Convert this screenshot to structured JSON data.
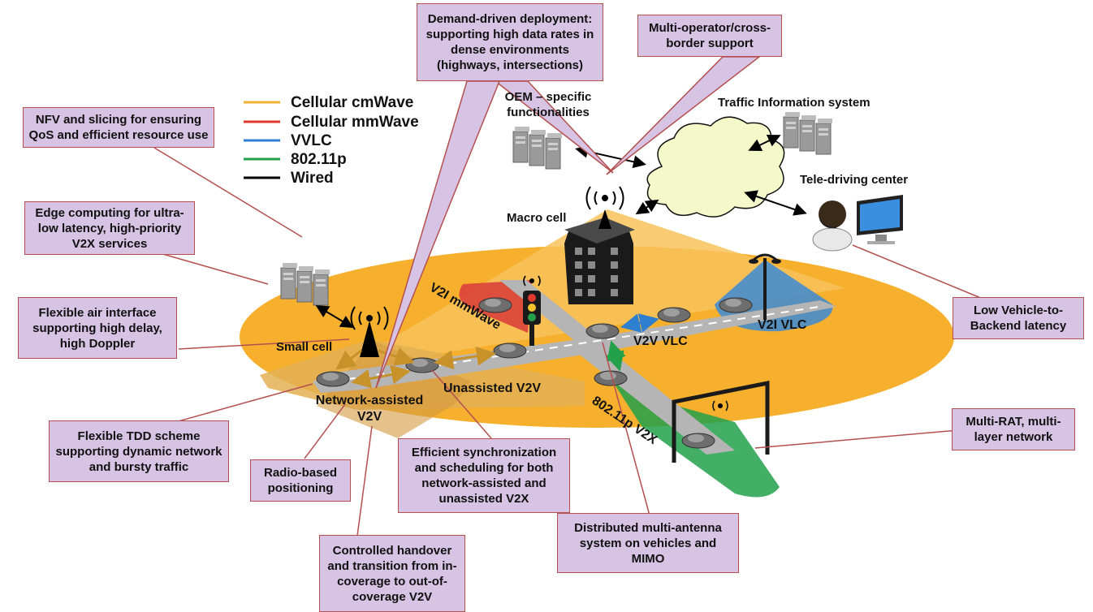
{
  "legend": [
    {
      "label": "Cellular cmWave",
      "color": "#f2b134"
    },
    {
      "label": "Cellular mmWave",
      "color": "#e03a2e"
    },
    {
      "label": "VVLC",
      "color": "#2f7fd0"
    },
    {
      "label": "802.11p",
      "color": "#22a04a"
    },
    {
      "label": "Wired",
      "color": "#000000"
    }
  ],
  "nodes": {
    "oem": "OEM – specific functionalities",
    "traffic_info": "Traffic Information system",
    "tele_driving": "Tele-driving center",
    "macro_cell": "Macro cell",
    "small_cell": "Small cell"
  },
  "links": {
    "v2i_mmwave": "V2I mmWave",
    "v2v_vlc": "V2V VLC",
    "v2i_vlc": "V2I VLC",
    "unassisted_v2v": "Unassisted V2V",
    "network_assisted_v2v": "Network-assisted V2V",
    "p80211_v2x": "802.11p V2X"
  },
  "callouts": {
    "demand_driven": "Demand-driven deployment: supporting high data rates in dense environments (highways, intersections)",
    "multi_operator": "Multi-operator/cross-border support",
    "nfv_slicing": "NFV and slicing for ensuring QoS and efficient resource use",
    "edge_computing": "Edge computing for ultra-low latency, high-priority V2X  services",
    "flexible_air": "Flexible air interface supporting high delay, high Doppler",
    "low_latency": "Low Vehicle-to-Backend latency",
    "multi_rat": "Multi-RAT, multi-layer network",
    "flexible_tdd": "Flexible TDD scheme supporting dynamic network and bursty traffic",
    "radio_positioning": "Radio-based positioning",
    "efficient_sync": "Efficient synchronization and scheduling for both network-assisted and unassisted V2X",
    "distributed_antenna": "Distributed multi-antenna system on vehicles  and MIMO",
    "controlled_handover": "Controlled handover and transition from in-coverage to out-of-coverage V2V"
  }
}
